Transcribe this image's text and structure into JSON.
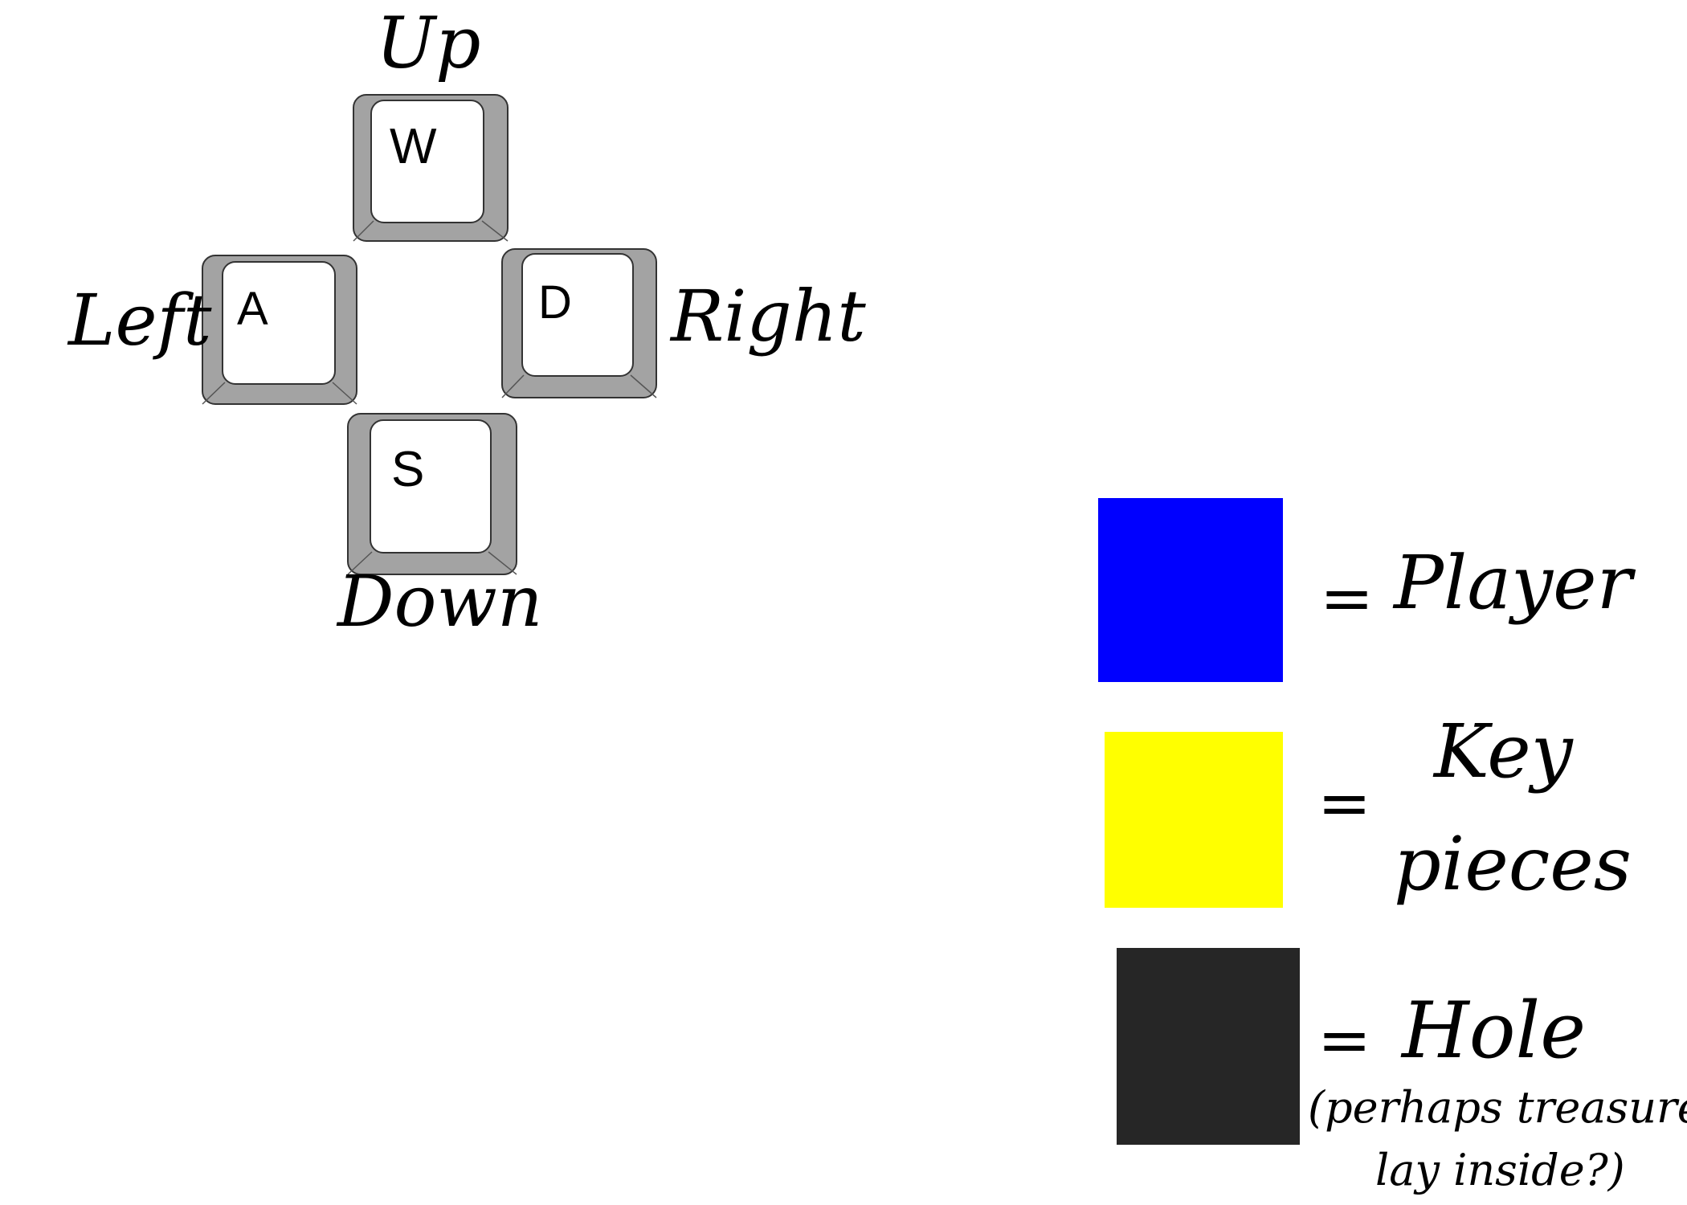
{
  "controls": {
    "up": {
      "key": "W",
      "label": "Up"
    },
    "left": {
      "key": "A",
      "label": "Left"
    },
    "right": {
      "key": "D",
      "label": "Right"
    },
    "down": {
      "key": "S",
      "label": "Down"
    }
  },
  "legend": {
    "items": [
      {
        "name": "player",
        "color": "#0000ff",
        "equals": "=",
        "label_line1": "Player"
      },
      {
        "name": "key-pieces",
        "color": "#ffff00",
        "equals": "=",
        "label_line1": "Key",
        "label_line2": "pieces"
      },
      {
        "name": "hole",
        "color": "#262626",
        "equals": "=",
        "label_line1": "Hole",
        "note_line1": "(perhaps treasure",
        "note_line2": "lay inside?)"
      }
    ]
  },
  "colors": {
    "key_cap_outer": "#a3a3a3",
    "key_cap_face": "#ffffff",
    "key_outline": "#333333"
  }
}
